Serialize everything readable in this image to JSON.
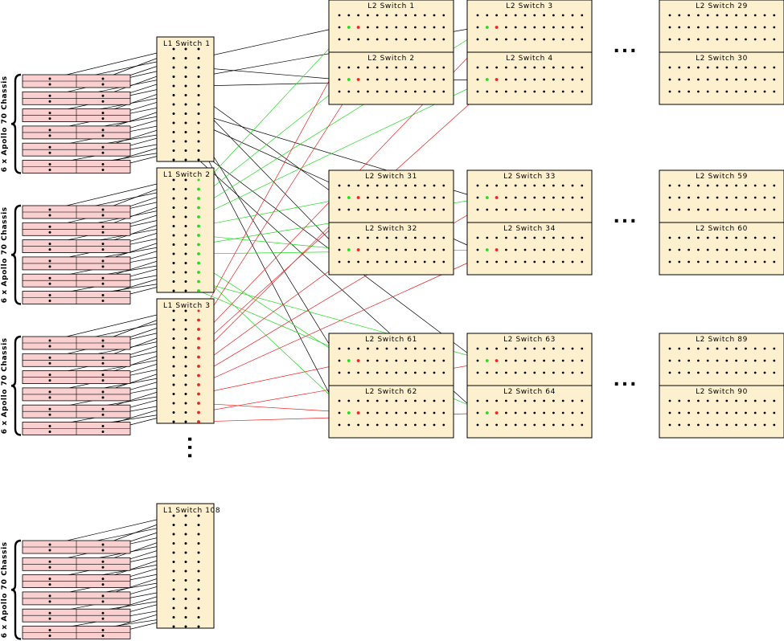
{
  "colors": {
    "switch_fill": "#fdf0cf",
    "chassis_fill": "#f9cfcf",
    "dot": "#000000",
    "green": "#22dd22",
    "red": "#ee2222",
    "line": "#000000"
  },
  "chassis_group_label": "6 x Apollo 70 Chassis",
  "l1_switches": [
    {
      "label": "L1 Switch 1"
    },
    {
      "label": "L1 Switch 2"
    },
    {
      "label": "L1 Switch 3"
    },
    {
      "label": "L1 Switch 108"
    }
  ],
  "l2_switches": [
    {
      "label": "L2 Switch 1"
    },
    {
      "label": "L2 Switch 2"
    },
    {
      "label": "L2 Switch 3"
    },
    {
      "label": "L2 Switch 4"
    },
    {
      "label": "L2 Switch 29"
    },
    {
      "label": "L2 Switch 30"
    },
    {
      "label": "L2 Switch 31"
    },
    {
      "label": "L2 Switch 32"
    },
    {
      "label": "L2 Switch 33"
    },
    {
      "label": "L2 Switch 34"
    },
    {
      "label": "L2 Switch 59"
    },
    {
      "label": "L2 Switch 60"
    },
    {
      "label": "L2 Switch 61"
    },
    {
      "label": "L2 Switch 62"
    },
    {
      "label": "L2 Switch 63"
    },
    {
      "label": "L2 Switch 64"
    },
    {
      "label": "L2 Switch 89"
    },
    {
      "label": "L2 Switch 90"
    }
  ],
  "ellipsis_h": "...",
  "ellipsis_v": "..."
}
